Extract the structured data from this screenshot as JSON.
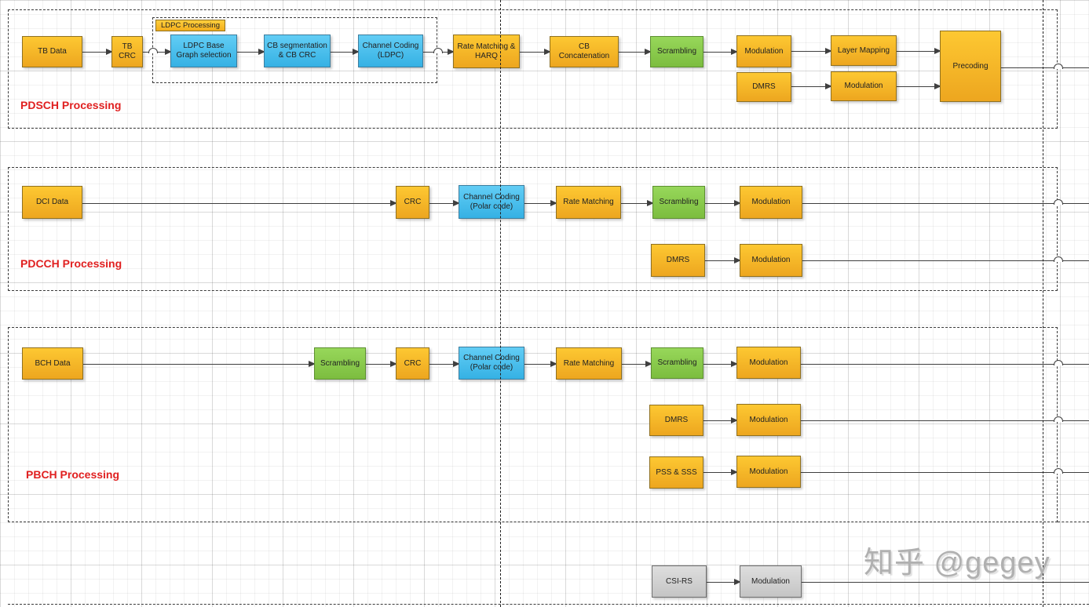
{
  "watermark": "知乎 @gegey",
  "colors": {
    "node_gold": "#F7B722",
    "node_blue": "#4BC2F0",
    "node_green": "#8CCB50",
    "node_gray": "#D4D4D4",
    "section_label_red": "#E02020",
    "connector": "#3F3F3F"
  },
  "sections": {
    "pdsch": {
      "label": "PDSCH Processing",
      "ldpc_group_label": "LDPC Processing",
      "nodes": {
        "tb_data": "TB Data",
        "tb_crc": "TB CRC",
        "ldpc_base_graph": "LDPC Base Graph selection",
        "cb_segmentation": "CB segmentation & CB CRC",
        "channel_coding": "Channel Coding (LDPC)",
        "rate_matching": "Rate Matching & HARQ",
        "cb_concatenation": "CB Concatenation",
        "scrambling": "Scrambling",
        "modulation": "Modulation",
        "layer_mapping": "Layer Mapping",
        "dmrs": "DMRS",
        "dmrs_modulation": "Modulation",
        "precoding": "Precoding"
      }
    },
    "pdcch": {
      "label": "PDCCH Processing",
      "nodes": {
        "dci_data": "DCI Data",
        "crc": "CRC",
        "channel_coding": "Channel Coding (Polar code)",
        "rate_matching": "Rate Matching",
        "scrambling": "Scrambling",
        "modulation": "Modulation",
        "dmrs": "DMRS",
        "dmrs_modulation": "Modulation"
      }
    },
    "pbch": {
      "label": "PBCH Processing",
      "nodes": {
        "bch_data": "BCH Data",
        "scrambling_payload": "Scrambling",
        "crc": "CRC",
        "channel_coding": "Channel Coding (Polar code)",
        "rate_matching": "Rate Matching",
        "scrambling": "Scrambling",
        "modulation": "Modulation",
        "dmrs": "DMRS",
        "dmrs_modulation": "Modulation",
        "pss_sss": "PSS & SSS",
        "pss_modulation": "Modulation"
      }
    },
    "csi": {
      "nodes": {
        "csi_rs": "CSI-RS",
        "modulation": "Modulation"
      }
    }
  }
}
